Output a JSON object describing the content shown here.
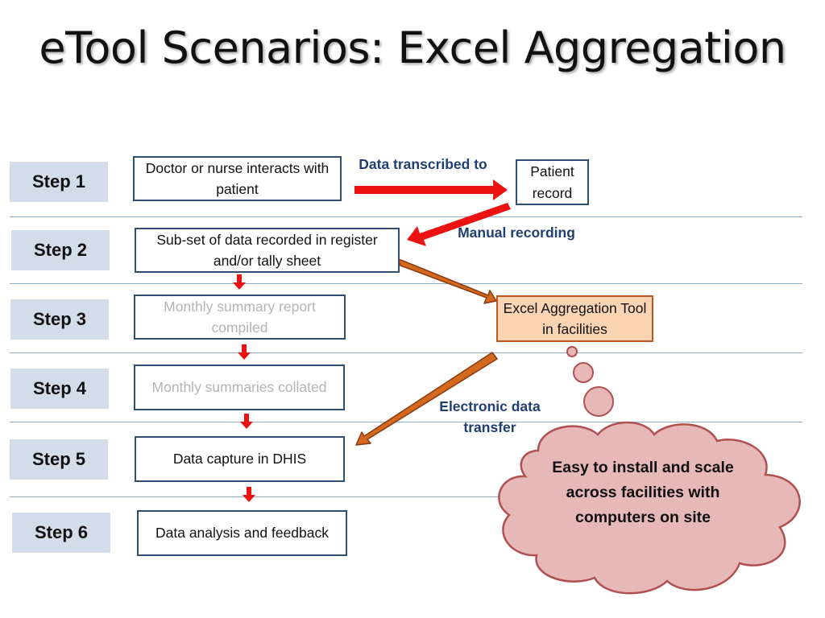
{
  "title": "eTool Scenarios: Excel Aggregation",
  "steps": [
    "Step 1",
    "Step 2",
    "Step 3",
    "Step 4",
    "Step 5",
    "Step 6"
  ],
  "boxes": {
    "step1": "Doctor or nurse interacts with patient",
    "patient_record": "Patient record",
    "step2": "Sub-set of data recorded in register and/or tally sheet",
    "step3": "Monthly summary report compiled",
    "step4": "Monthly summaries collated",
    "step5": "Data capture in DHIS",
    "step6": "Data analysis and feedback",
    "excel_tool": "Excel Aggregation Tool in facilities"
  },
  "labels": {
    "transcribed": "Data transcribed to",
    "manual": "Manual recording",
    "electronic": "Electronic data transfer"
  },
  "callout": "Easy to install and scale across facilities with computers on site",
  "colors": {
    "step_fill": "#d3dce9",
    "box_border": "#2f4f70",
    "red_arrow": "#ee1111",
    "orange_arrow": "#d2691e",
    "excel_fill": "#fbd4b4",
    "cloud_fill": "#e6b8b7",
    "cloud_stroke": "#b05050",
    "label_text": "#1f3f6e",
    "divider": "#8eaac9"
  }
}
